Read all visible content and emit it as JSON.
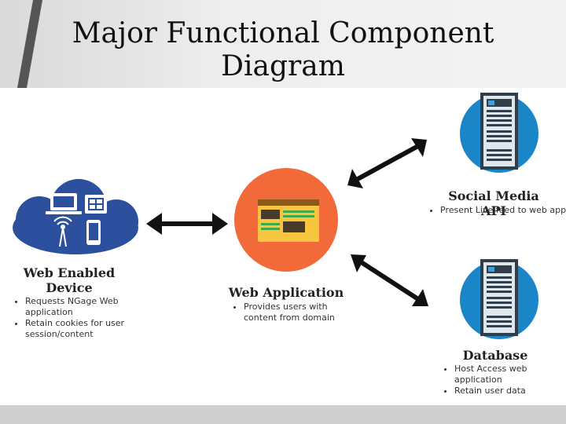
{
  "slide": {
    "title_line1": "Major Functional Component",
    "title_line2": "Diagram"
  },
  "nodes": {
    "web_device": {
      "label_line1": "Web Enabled",
      "label_line2": "Device",
      "bullets": [
        "Requests NGage Web application",
        "Retain cookies for user session/content"
      ]
    },
    "web_app": {
      "label": "Web Application",
      "bullets": [
        "Provides users with content from domain"
      ]
    },
    "social_api": {
      "label": "Social Media API",
      "bullets": [
        "Present Live feed to web app"
      ]
    },
    "database": {
      "label": "Database",
      "bullets": [
        "Host Access web application",
        "Retain user data"
      ]
    }
  },
  "colors": {
    "cloud": "#2c4f9e",
    "web_app_circle": "#f26a3a",
    "server_circle": "#1a86c8",
    "arrow": "#111111"
  },
  "icons": [
    "cloud-icon",
    "laptop-icon",
    "tablet-icon",
    "wifi-tower-icon",
    "phone-icon",
    "browser-window-icon",
    "server-rack-icon",
    "double-arrow-icon"
  ]
}
